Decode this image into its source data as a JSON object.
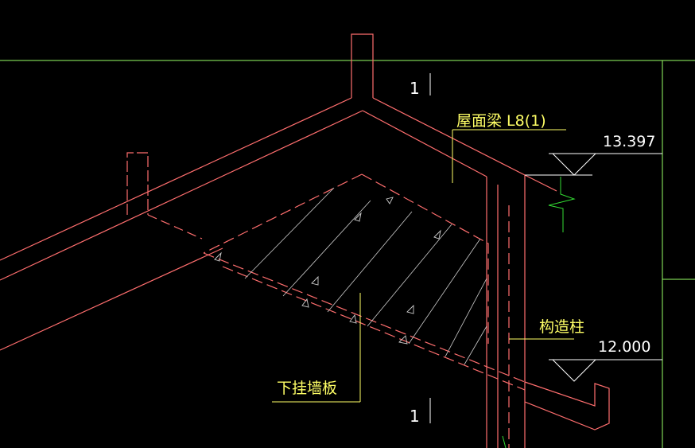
{
  "colors": {
    "background": "#000000",
    "structure": "#ff6e6e",
    "leader": "#ffff66",
    "text": "#ffffff",
    "chinese_text": "#ffff66",
    "grid": "#99ff66",
    "break_line": "#33dd33",
    "hatch": "#ffffff"
  },
  "labels": {
    "beam": "屋面梁 L8(1)",
    "column": "构造柱",
    "wall_panel": "下挂墙板",
    "section_top": "1",
    "section_bottom": "1"
  },
  "elevations": {
    "upper": "13.397",
    "lower": "12.000"
  }
}
